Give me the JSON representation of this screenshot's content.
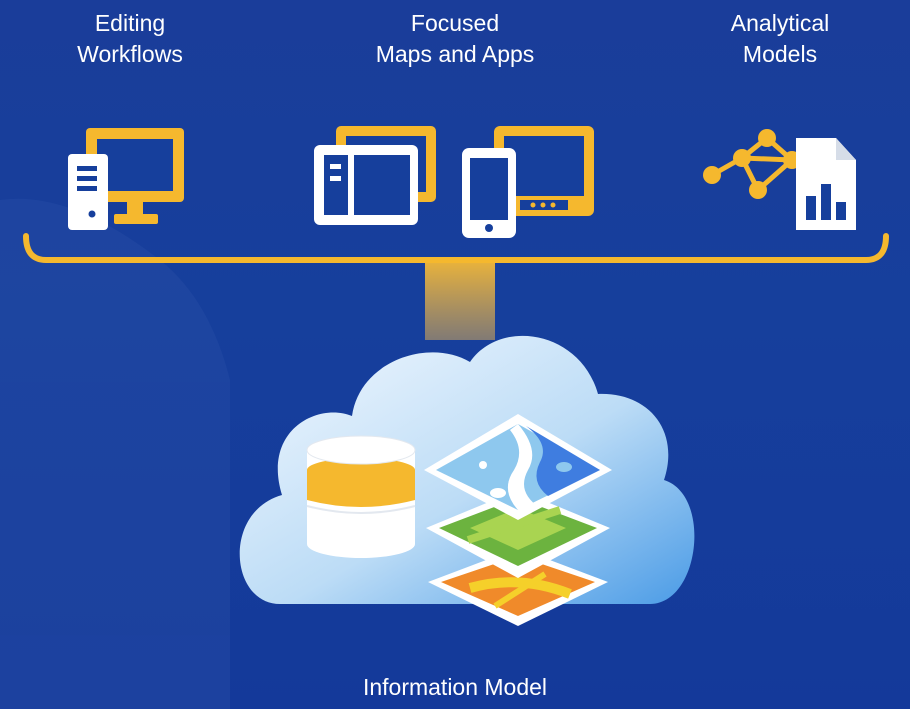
{
  "labels": {
    "editing": [
      "Editing",
      "Workflows"
    ],
    "focused": [
      "Focused",
      "Maps and Apps"
    ],
    "analytical": [
      "Analytical",
      "Models"
    ],
    "information_model": "Information Model"
  },
  "colors": {
    "background": "#163f9c",
    "accent": "#f5b82e",
    "icon_white": "#ffffff",
    "cloud_light": "#e6f1fc",
    "cloud_dark": "#4a9be6",
    "map_blue": "#3f7de0",
    "map_green": "#6cb33f",
    "map_orange": "#f08a2a"
  },
  "icons": {
    "editing": "desktop-computer-icon",
    "focused": [
      "tablet-icon",
      "mobile-device-icon"
    ],
    "analytical": "network-report-icon",
    "model": [
      "database-icon",
      "map-layers-icon",
      "cloud-icon"
    ]
  }
}
